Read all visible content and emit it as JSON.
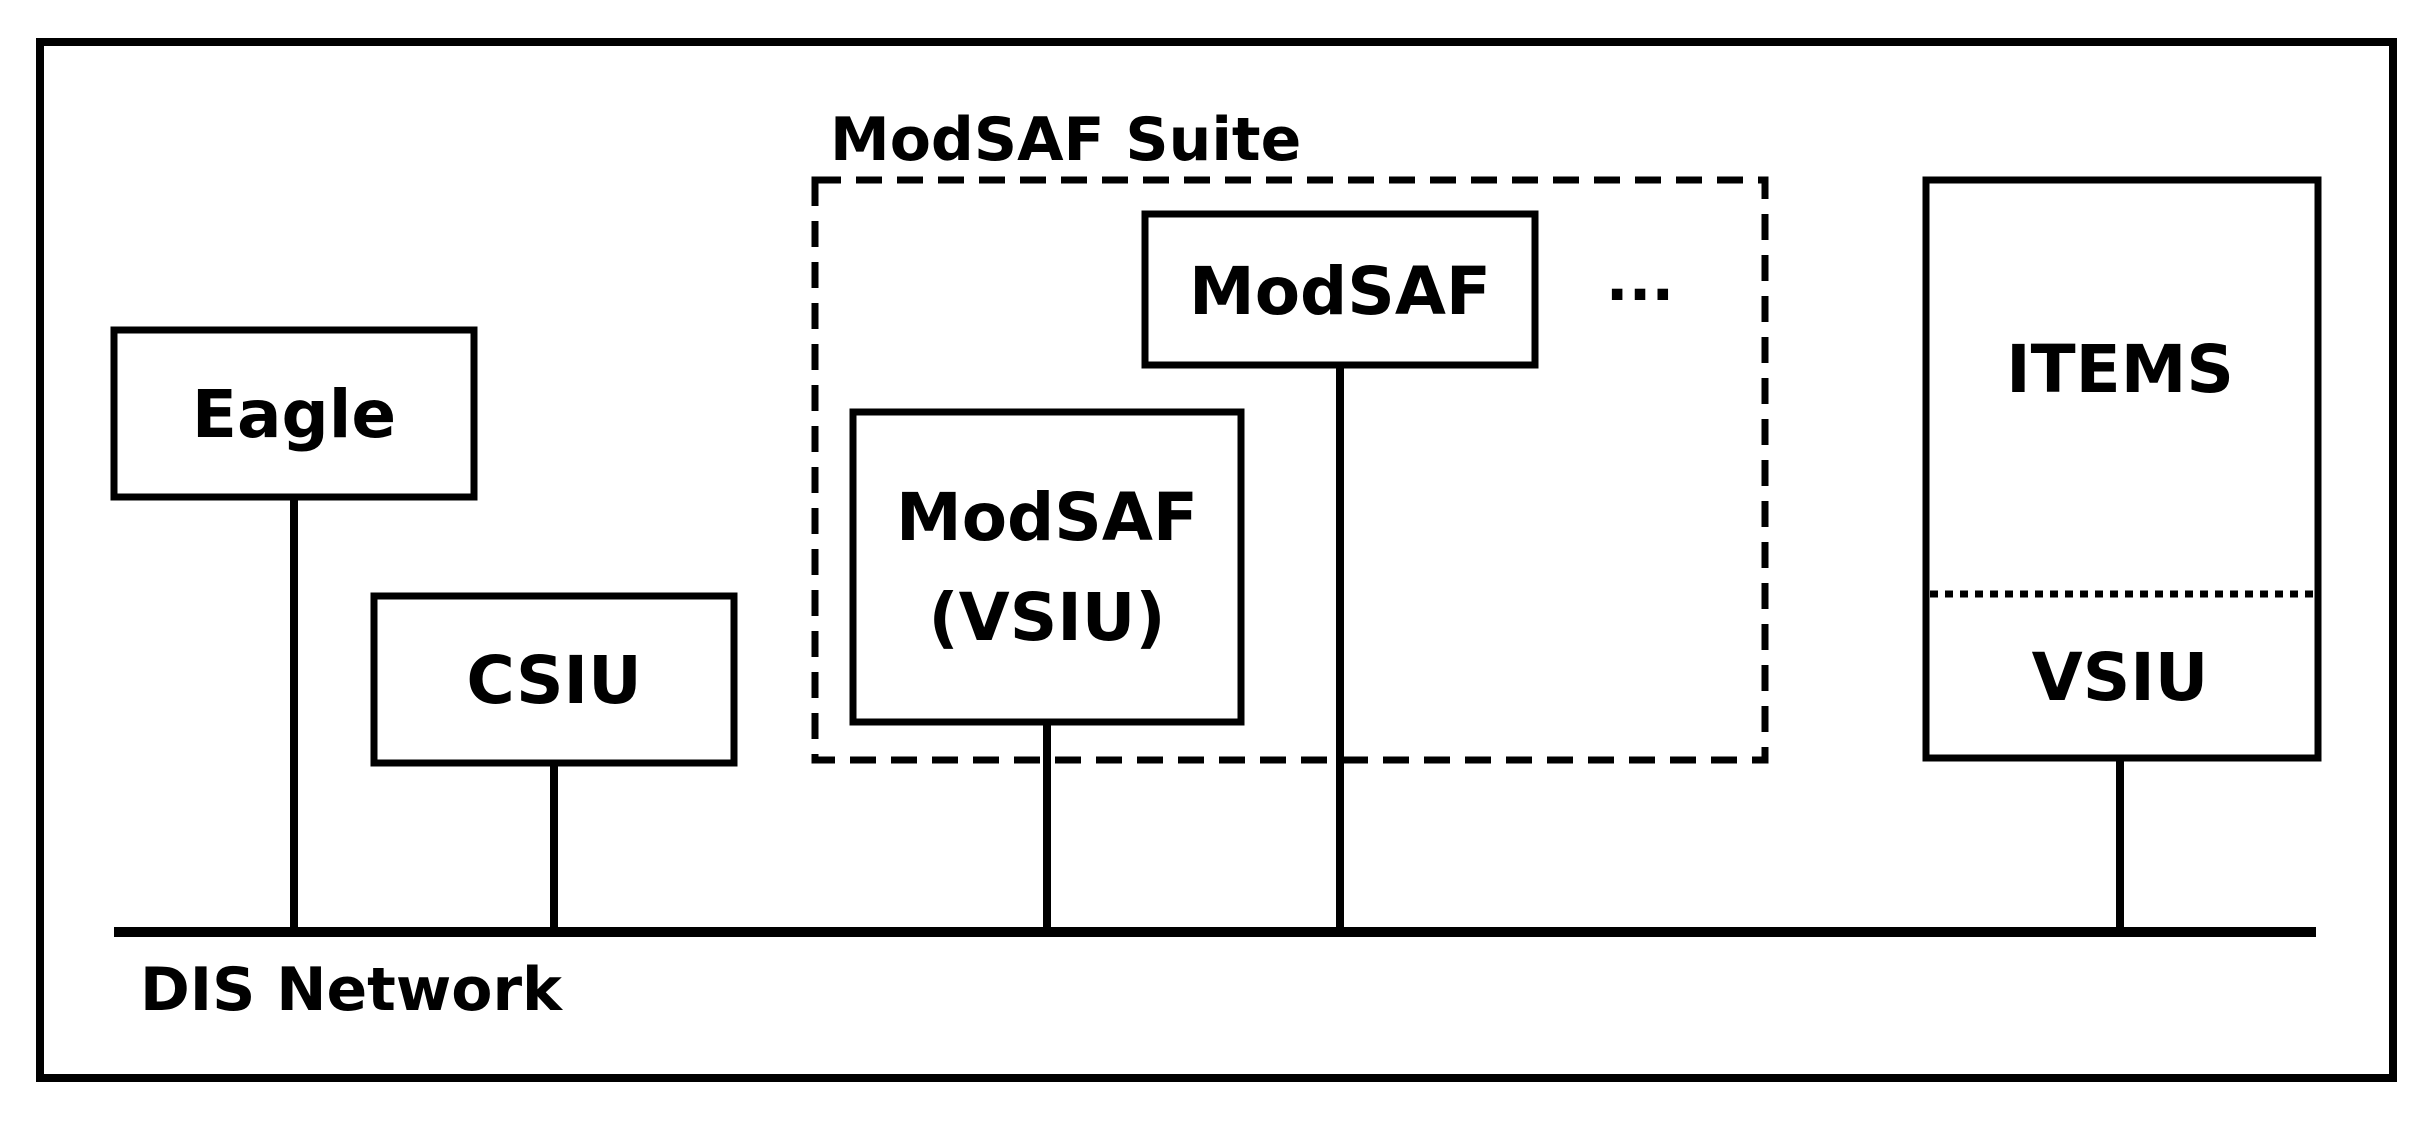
{
  "diagram": {
    "suite_label": "ModSAF Suite",
    "network_label": "DIS Network",
    "nodes": {
      "eagle": "Eagle",
      "csiu": "CSIU",
      "modsaf_vsiu_line1": "ModSAF",
      "modsaf_vsiu_line2": "(VSIU)",
      "modsaf": "ModSAF",
      "ellipsis": "...",
      "items": "ITEMS",
      "items_vsiu": "VSIU"
    }
  },
  "colors": {
    "stroke": "#000000",
    "background": "#ffffff"
  }
}
